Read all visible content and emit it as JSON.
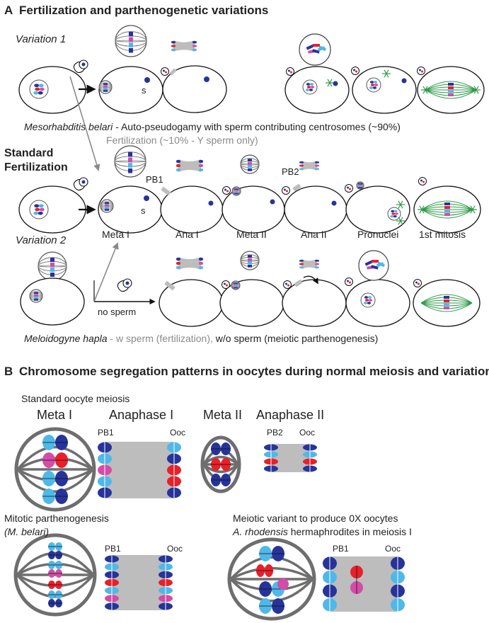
{
  "panelA": {
    "letter": "A",
    "title": "Fertilization and parthenogenetic variations",
    "variation1": "Variation 1",
    "s_label": "s",
    "belari_species": "Mesorhabditis belari",
    "belari_desc": " - Auto-pseudogamy with sperm contributing centrosomes (~90%)",
    "fert_note": "Fertilization (~10% - Y sperm only)",
    "standard_line1": "Standard",
    "standard_line2": "Fertilization",
    "pb1": "PB1",
    "pb2": "PB2",
    "stages": [
      "Meta I",
      "Ana I",
      "Meta II",
      "Ana II",
      "Pronuclei",
      "1st mitosis"
    ],
    "variation2": "Variation 2",
    "no_sperm": "no sperm",
    "hapla_species": "Meloidogyne hapla",
    "hapla_w": " -  w sperm (fertilization), ",
    "hapla_wo": "w/o sperm (meiotic parthenogenesis)"
  },
  "panelB": {
    "letter": "B",
    "title": "Chromosome segregation patterns in oocytes during normal meiosis and variations",
    "standard_title": "Standard oocyte meiosis",
    "meta1": "Meta I",
    "anaphase1": "Anaphase I",
    "meta2": "Meta II",
    "anaphase2": "Anaphase II",
    "pb1": "PB1",
    "ooc": "Ooc",
    "pb2": "PB2",
    "mitotic_line1": "Mitotic parthenogenesis",
    "mitotic_line2": "(M. belari)",
    "meiotic_line1": "Meiotic variant to produce 0X oocytes",
    "meiotic_species": "A. rhodensis",
    "meiotic_line2": " hermaphrodites in meiosis I"
  },
  "colors": {
    "dark_blue": "#26349a",
    "light_blue": "#4fb8e8",
    "red": "#e8202a",
    "magenta": "#d44ca8",
    "spindle_gray": "#bdbdbd",
    "mitosis_green": "#2e9a48",
    "arrow_gray": "#8a8a8a"
  }
}
